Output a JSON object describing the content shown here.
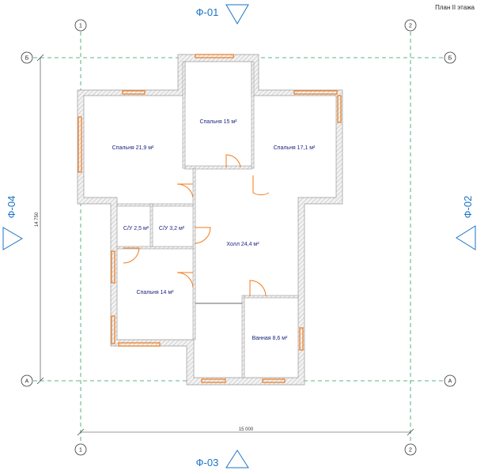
{
  "page_title": "План II этажа",
  "facades": {
    "top": "Ф-01",
    "right": "Ф-02",
    "bottom": "Ф-03",
    "left": "Ф-04"
  },
  "axes": {
    "col_1": "1",
    "col_2": "2",
    "row_a": "А",
    "row_b": "Б"
  },
  "dimensions": {
    "width": "15 000",
    "height": "14 750"
  },
  "rooms": {
    "bedroom_1": "Спальня 21,9 м²",
    "bedroom_2": "Спальня 15 м²",
    "bedroom_3": "Спальня 17,1 м²",
    "bathroom_1": "С/У 2,5 м²",
    "bathroom_2": "С/У 3,2 м²",
    "hall": "Холл 24,4 м²",
    "bedroom_4": "Спальня 14 м²",
    "bath": "Ванная 8,6 м²"
  },
  "colors": {
    "grid_line": "#2e9e5b",
    "facade": "#1a73c8",
    "wall": "#b0b0b0",
    "window": "#f07a1c",
    "door": "#f07a1c"
  }
}
